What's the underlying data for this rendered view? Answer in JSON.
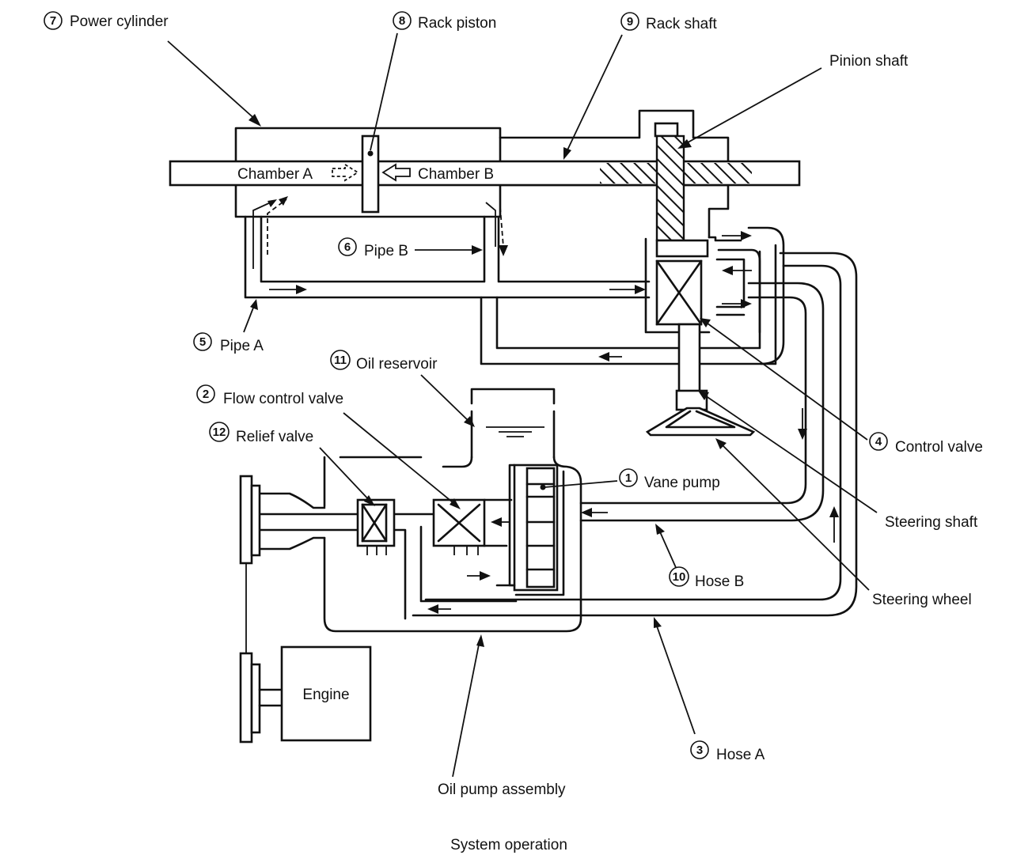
{
  "callouts": {
    "power_cylinder": {
      "num": "7",
      "text": "Power cylinder"
    },
    "rack_piston": {
      "num": "8",
      "text": "Rack piston"
    },
    "rack_shaft": {
      "num": "9",
      "text": "Rack shaft"
    },
    "pinion_shaft": {
      "text": "Pinion shaft"
    },
    "pipe_b": {
      "num": "6",
      "text": "Pipe B"
    },
    "pipe_a": {
      "num": "5",
      "text": "Pipe A"
    },
    "oil_reservoir": {
      "num": "11",
      "text": "Oil reservoir"
    },
    "flow_control_valve": {
      "num": "2",
      "text": "Flow control valve"
    },
    "relief_valve": {
      "num": "12",
      "text": "Relief valve"
    },
    "vane_pump": {
      "num": "1",
      "text": "Vane pump"
    },
    "control_valve": {
      "num": "4",
      "text": "Control valve"
    },
    "steering_shaft": {
      "text": "Steering shaft"
    },
    "hose_b": {
      "num": "10",
      "text": "Hose B"
    },
    "steering_wheel": {
      "text": "Steering wheel"
    },
    "hose_a": {
      "num": "3",
      "text": "Hose A"
    },
    "oil_pump_assembly": {
      "text": "Oil pump assembly"
    }
  },
  "chamber_a": "Chamber A",
  "chamber_b": "Chamber B",
  "engine": "Engine",
  "caption": "System operation"
}
